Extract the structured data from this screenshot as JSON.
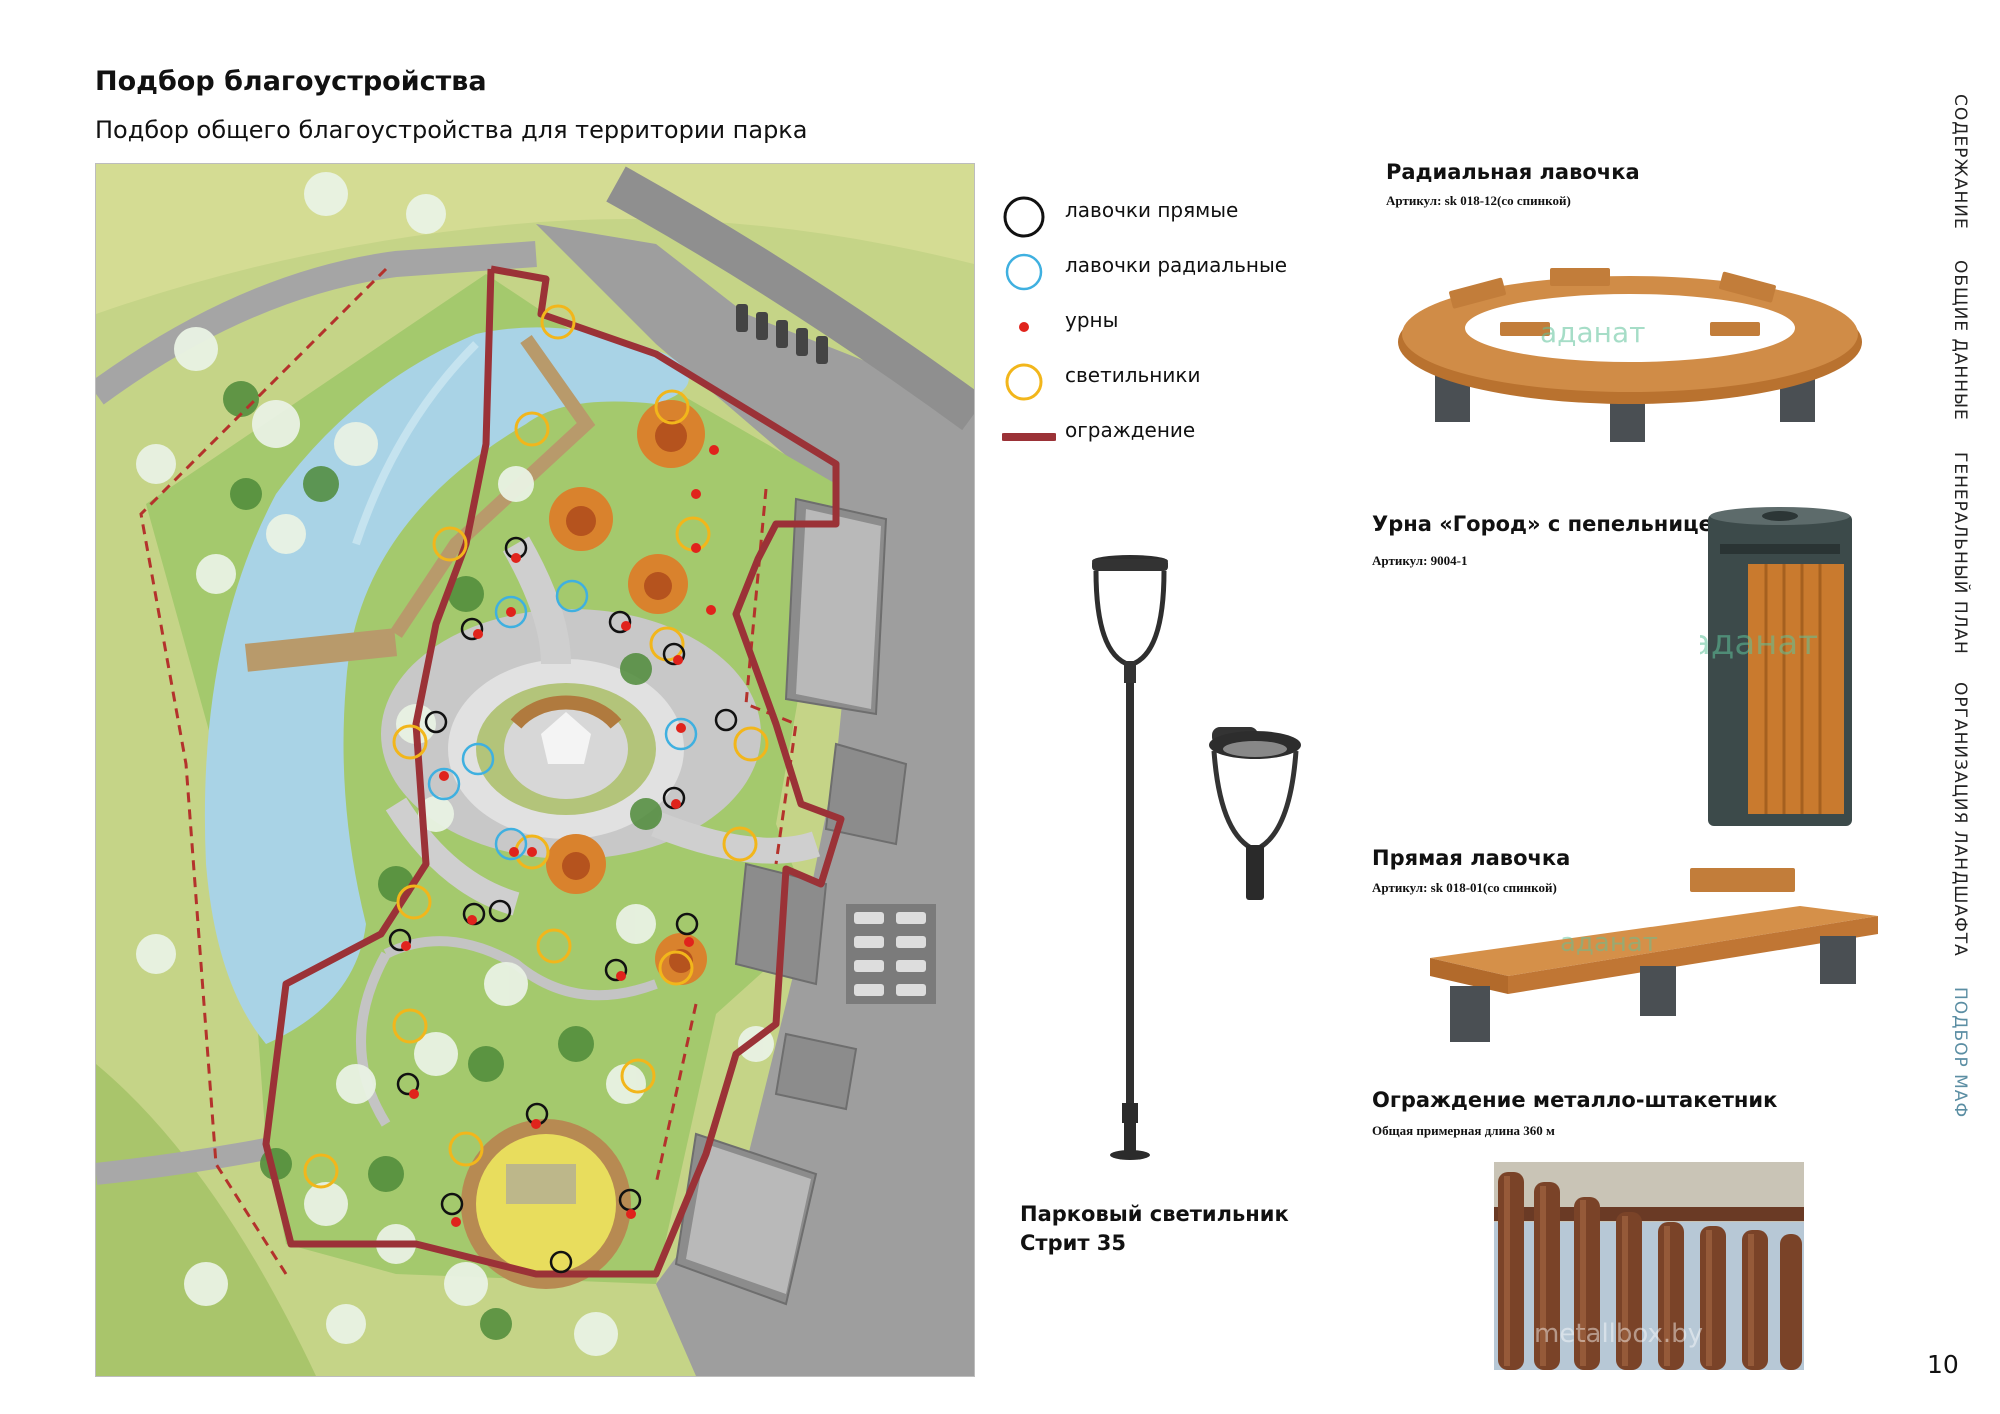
{
  "header": {
    "title": "Подбор благоустройства",
    "subtitle": "Подбор общего благоустройства для территории парка"
  },
  "legend": [
    {
      "label": "лавочки прямые",
      "icon": "black-circle-icon",
      "color": "#111111"
    },
    {
      "label": "лавочки радиальные",
      "icon": "blue-circle-icon",
      "color": "#3fb0e0"
    },
    {
      "label": "урны",
      "icon": "red-dot-icon",
      "color": "#e0231c"
    },
    {
      "label": "светильники",
      "icon": "yellow-circle-icon",
      "color": "#f2b61b"
    },
    {
      "label": "ограждение",
      "icon": "fence-line-icon",
      "color": "#9b3237"
    }
  ],
  "lamp": {
    "caption_line1": "Парковый светильник",
    "caption_line2": "Стрит 35"
  },
  "products": {
    "radial_bench": {
      "title": "Радиальная лавочка",
      "sku": "Артикул: sk 018-12(со спинкой)"
    },
    "urn": {
      "title": "Урна «Город» с пепельницей",
      "sku": "Артикул: 9004-1"
    },
    "straight_bench": {
      "title": "Прямая лавочка",
      "sku": "Артикул: sk 018-01(со спинкой)"
    },
    "fence": {
      "title": "Ограждение металло-штакетник",
      "sku": "Общая примерная длина 360 м"
    }
  },
  "watermarks": {
    "brand": "аданат",
    "photo": "metallbox.by"
  },
  "side_nav": [
    {
      "label": "СОДЕРЖАНИЕ",
      "active": false
    },
    {
      "label": "ОБЩИЕ ДАННЫЕ",
      "active": false
    },
    {
      "label": "ГЕНЕРАЛЬНЫЙ ПЛАН",
      "active": false
    },
    {
      "label": "ОРГАНИЗАЦИЯ ЛАНДШАФТА",
      "active": false
    },
    {
      "label": "ПОДБОР МАФ",
      "active": true
    }
  ],
  "page_number": "10",
  "colors": {
    "fence": "#9b3237",
    "water": "#a9d3e6",
    "lawn": "#9cc46a",
    "road": "#9e9e9e",
    "wood": "#c98a45",
    "nav_active": "#5b8ea3"
  }
}
